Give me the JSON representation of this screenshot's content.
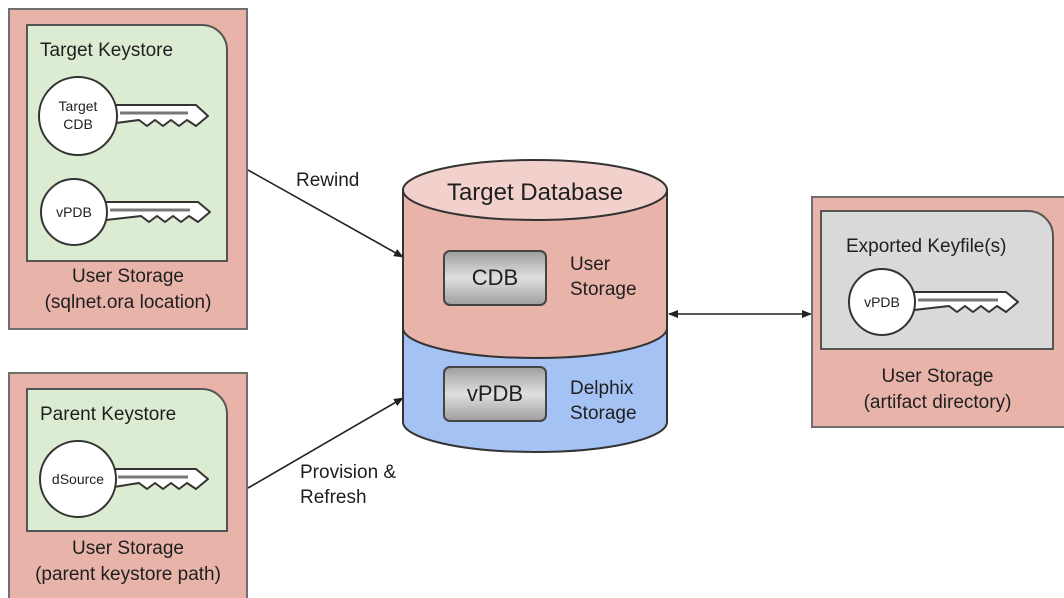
{
  "target_keystore": {
    "title": "Target Keystore",
    "keys": [
      {
        "label": "Target\nCDB",
        "icon": "key-icon"
      },
      {
        "label": "vPDB",
        "icon": "key-icon"
      }
    ],
    "caption": "User Storage\n(sqlnet.ora location)"
  },
  "parent_keystore": {
    "title": "Parent Keystore",
    "keys": [
      {
        "label": "dSource",
        "icon": "key-icon"
      }
    ],
    "caption": "User Storage\n(parent keystore path)"
  },
  "database": {
    "title": "Target Database",
    "top_box": "CDB",
    "top_label": "User\nStorage",
    "bottom_box": "vPDB",
    "bottom_label": "Delphix\nStorage",
    "colors": {
      "lid": "#f2d0cb",
      "top": "#e8b4aa",
      "bottom": "#a4c2f4"
    }
  },
  "exported": {
    "title": "Exported Keyfile(s)",
    "keys": [
      {
        "label": "vPDB",
        "icon": "key-icon"
      }
    ],
    "caption": "User Storage\n(artifact directory)"
  },
  "arrows": {
    "rewind": "Rewind",
    "provision": "Provision &\nRefresh"
  },
  "colors": {
    "storage": "#e8b4aa",
    "keystore": "#dcecd2",
    "keyfile": "#d9d9d9"
  }
}
